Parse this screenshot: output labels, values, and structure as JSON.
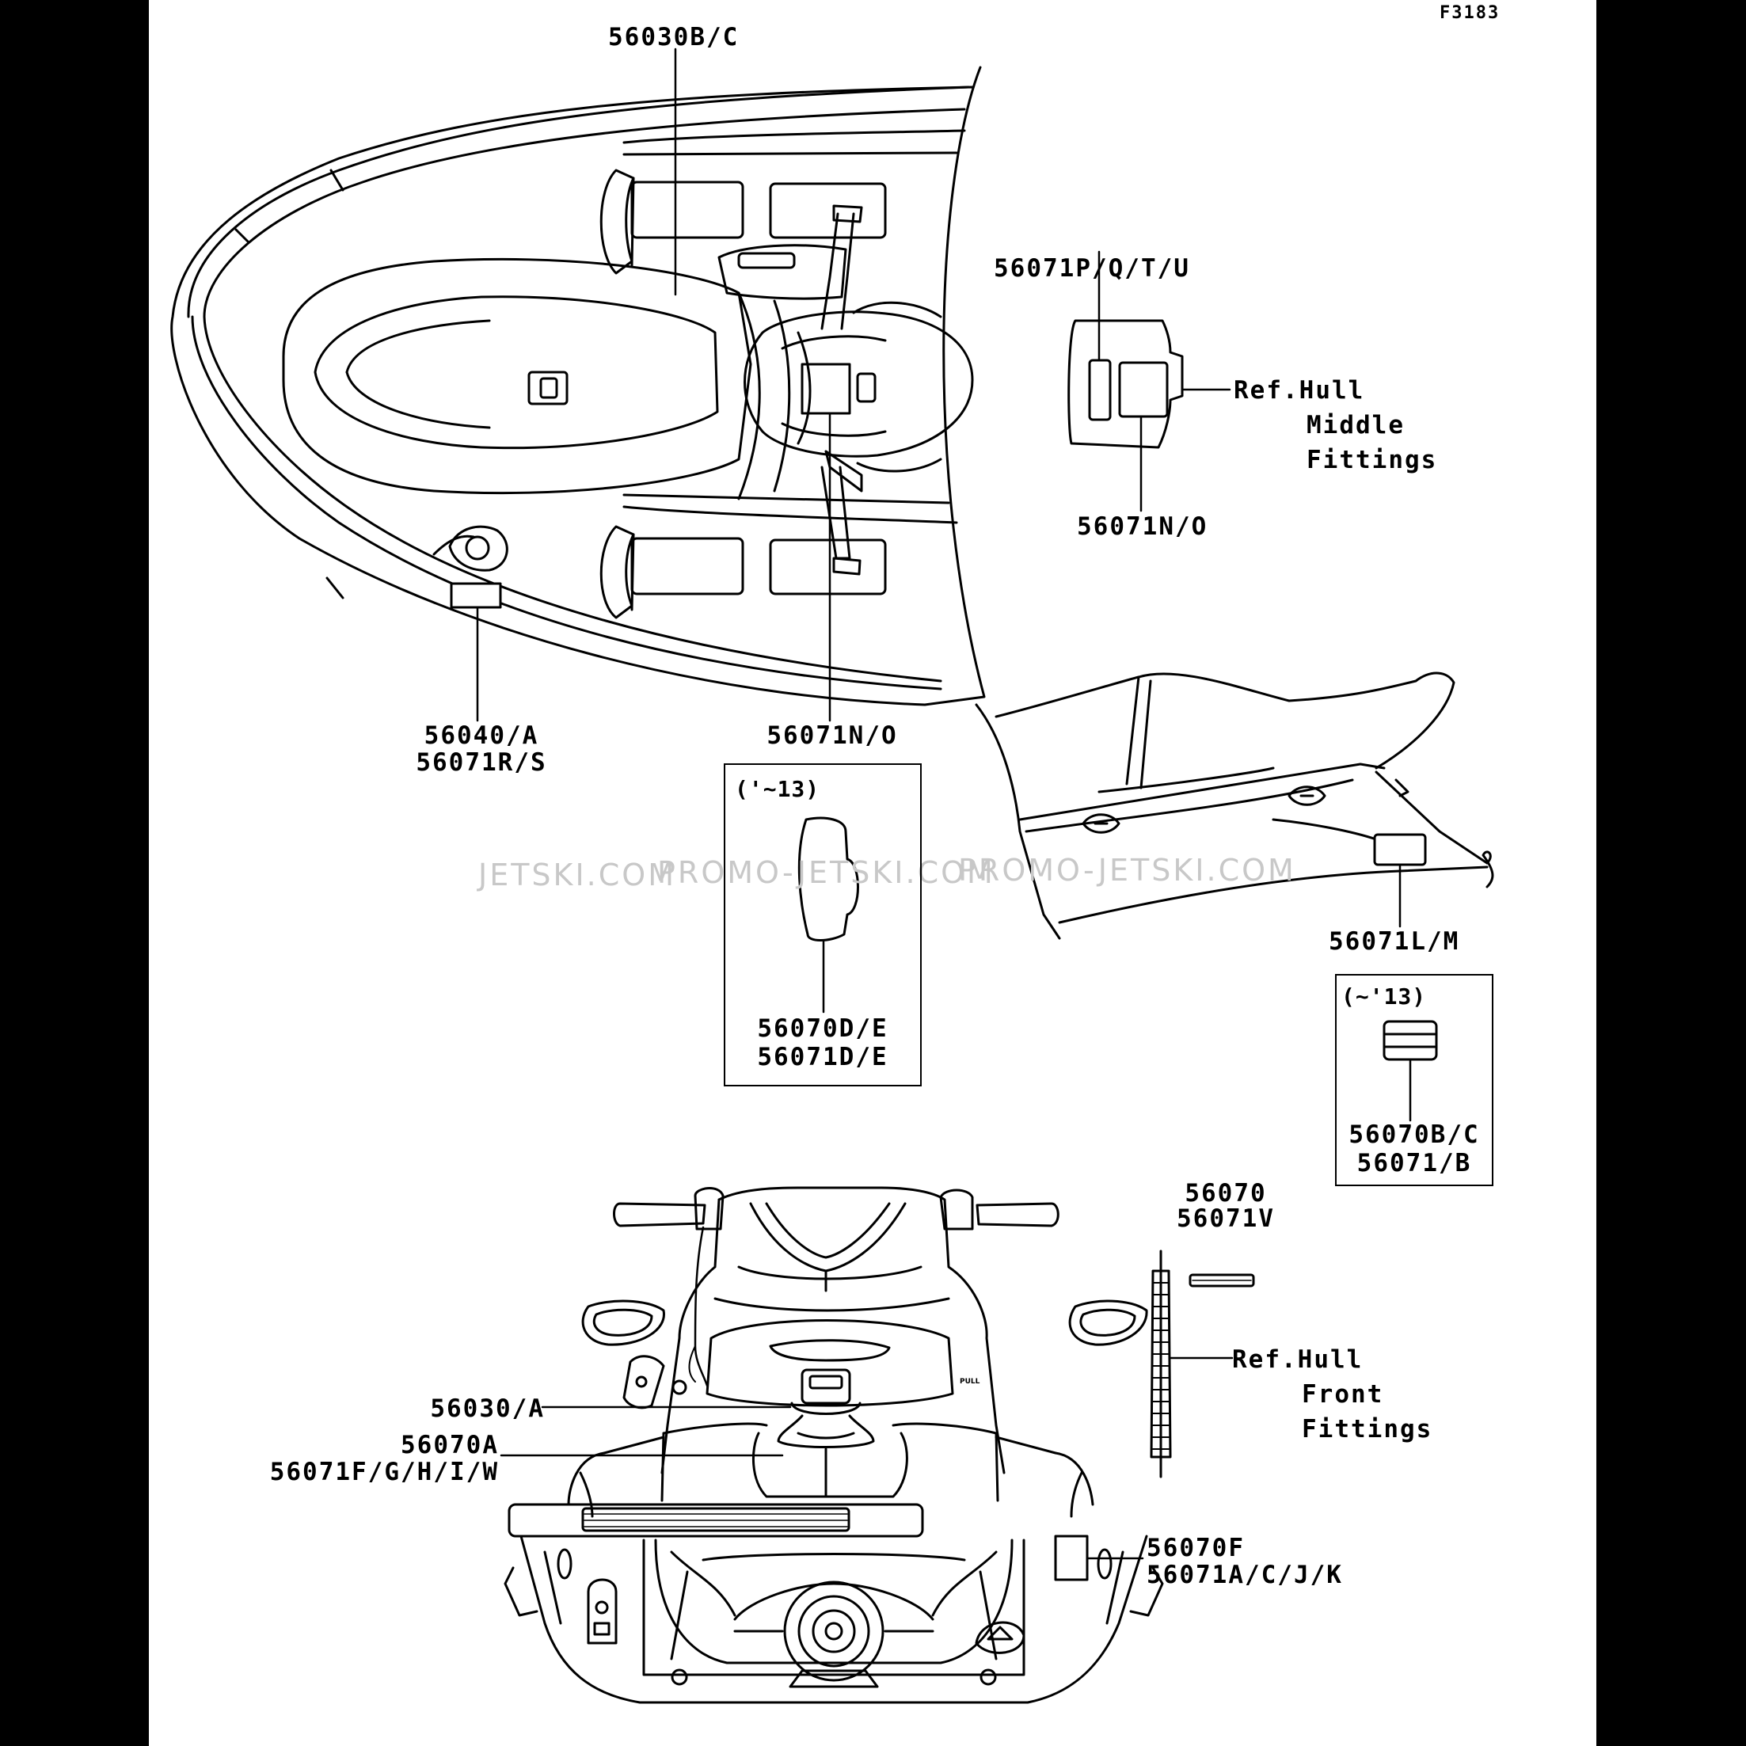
{
  "figure_code": "F3183",
  "watermark": {
    "parts": [
      "JETSKI.COM",
      "PROMO-JETSKI.COM",
      "PROMO-JETSKI.COM"
    ]
  },
  "labels": {
    "top_center": "56030B/C",
    "top_right_upper": "56071P/Q/T/U",
    "ref_hull_middle": [
      "Ref.Hull",
      "Middle",
      "Fittings"
    ],
    "top_right_lower": "56071N/O",
    "left_lower": [
      "56040/A",
      "56071R/S"
    ],
    "center_lower": "56071N/O",
    "seat_right": "56071L/M",
    "ref_hull_front": [
      "Ref.Hull",
      "Front",
      "Fittings"
    ],
    "item_56070": [
      "56070",
      "56071V"
    ],
    "rear_left_a": "56030/A",
    "rear_left_b": [
      "56070A",
      "56071F/G/H/I/W"
    ],
    "rear_right": [
      "56070F",
      "56071A/C/J/K"
    ]
  },
  "boxes": {
    "box_left": {
      "range": "('~13)",
      "parts": [
        "56070D/E",
        "56071D/E"
      ]
    },
    "box_right": {
      "range": "(~'13)",
      "parts": [
        "56070B/C",
        "56071/B"
      ]
    }
  },
  "decal_text": "PULL"
}
